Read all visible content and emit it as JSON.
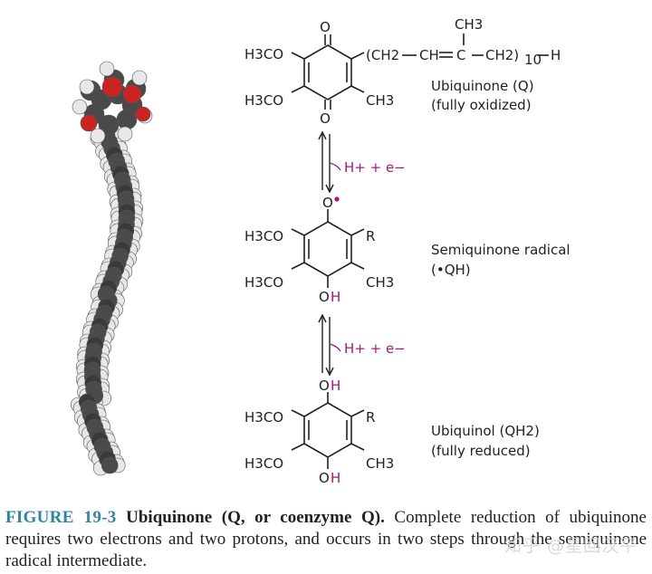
{
  "figure": {
    "molecules": {
      "ubiquinone": {
        "name": "Ubiquinone (Q)",
        "state": "(fully oxidized)",
        "subst_top_left": "H3CO",
        "subst_bottom_left": "H3CO",
        "subst_right": "CH3",
        "carbonyl": "O",
        "chain_methyl": "CH3",
        "chain_prefix": "(CH2",
        "chain_mid": "CH",
        "chain_c": "C",
        "chain_end": "CH2)",
        "chain_repeat": "10",
        "chain_terminal": "H"
      },
      "semiquinone": {
        "name": "Semiquinone radical",
        "symbol": "(•QH)",
        "subst_top_left": "H3CO",
        "subst_bottom_left": "H3CO",
        "subst_r": "R",
        "subst_ch3": "CH3",
        "top_atom": "O",
        "bottom_o": "O",
        "bottom_h": "H"
      },
      "ubiquinol": {
        "name": "Ubiquinol (QH2)",
        "state": "(fully reduced)",
        "subst_top_left": "H3CO",
        "subst_bottom_left": "H3CO",
        "subst_r": "R",
        "subst_ch3": "CH3",
        "top_o": "O",
        "top_h": "H",
        "bottom_o": "O",
        "bottom_h": "H"
      }
    },
    "reactions": [
      {
        "label": "H+ + e−"
      },
      {
        "label": "H+ + e−"
      }
    ],
    "colors": {
      "oxygen_red": "#cc2222",
      "carbon_grey": "#4a4a4a",
      "hydrogen_white": "#e8e8e8",
      "accent_magenta": "#b0157b",
      "caption_blue": "#2a86a8"
    }
  },
  "caption": {
    "figure_label": "FIGURE 19-3",
    "title": "Ubiquinone (Q, or coenzyme Q).",
    "body": "Complete reduction of ubiquinone requires two electrons and two protons, and occurs in two steps through the semiquinone radical intermediate."
  },
  "watermark": "知乎 @星回汉平"
}
